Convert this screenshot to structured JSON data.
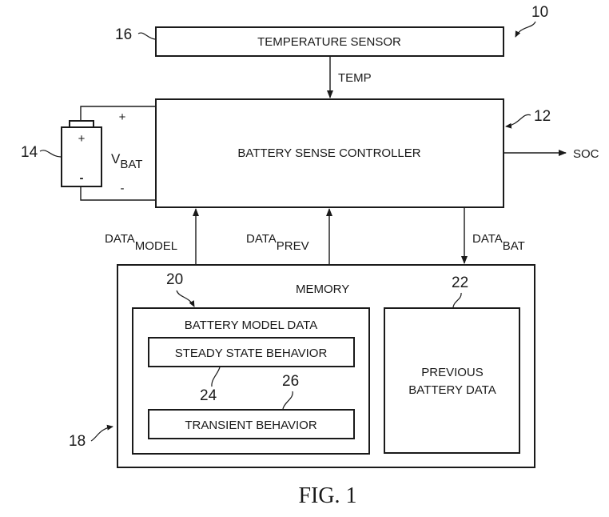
{
  "figure": {
    "caption": "FIG. 1",
    "system_ref": "10"
  },
  "temperature_sensor": {
    "label": "TEMPERATURE SENSOR",
    "ref": "16"
  },
  "temp_signal": {
    "label": "TEMP"
  },
  "controller": {
    "label": "BATTERY SENSE CONTROLLER",
    "ref": "12"
  },
  "output_signal": {
    "label": "SOC"
  },
  "battery": {
    "ref": "14",
    "plus": "+",
    "minus": "-",
    "voltage_main": "V",
    "voltage_sub": "BAT",
    "wire_plus": "+",
    "wire_minus": "-"
  },
  "signals": {
    "data_model": {
      "main": "DATA",
      "sub": "MODEL"
    },
    "data_prev": {
      "main": "DATA",
      "sub": "PREV"
    },
    "data_bat": {
      "main": "DATA",
      "sub": "BAT"
    }
  },
  "memory": {
    "label": "MEMORY",
    "ref": "18",
    "battery_model_data": {
      "label": "BATTERY MODEL DATA",
      "ref": "20",
      "steady_state": {
        "label": "STEADY STATE BEHAVIOR",
        "ref": "24"
      },
      "transient": {
        "label": "TRANSIENT BEHAVIOR",
        "ref": "26"
      }
    },
    "previous_battery_data": {
      "line1": "PREVIOUS",
      "line2": "BATTERY DATA",
      "ref": "22"
    }
  }
}
